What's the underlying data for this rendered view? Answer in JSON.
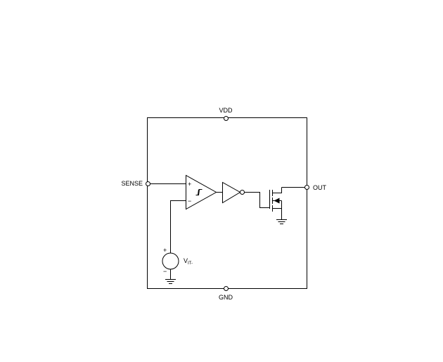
{
  "diagram": {
    "pins": {
      "vdd": "VDD",
      "gnd": "GND",
      "sense": "SENSE",
      "out": "OUT"
    },
    "comparator": {
      "plus": "+",
      "minus": "−"
    },
    "reference": {
      "plus": "+",
      "minus": "−",
      "label_main": "V",
      "label_sub": "IT-"
    },
    "colors": {
      "line": "#000000",
      "background": "#ffffff"
    }
  }
}
